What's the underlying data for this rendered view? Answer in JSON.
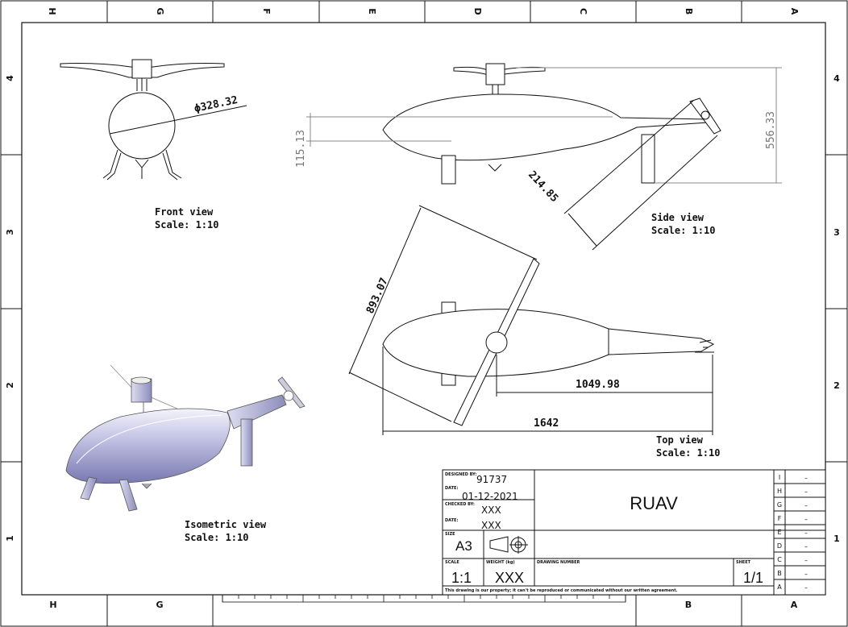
{
  "zones": {
    "columns": [
      "H",
      "G",
      "F",
      "E",
      "D",
      "C",
      "B",
      "A"
    ],
    "rows": [
      "4",
      "3",
      "2",
      "1"
    ]
  },
  "dimensions": {
    "front_diameter": "ϕ328.32",
    "side_height": "556.33",
    "side_body": "115.13",
    "side_tail": "214.85",
    "top_rotor": "893.07",
    "top_tail": "1049.98",
    "top_length": "1642"
  },
  "views": {
    "front": {
      "name": "Front view",
      "scale": "Scale:  1:10"
    },
    "side": {
      "name": "Side view",
      "scale": "Scale:  1:10"
    },
    "top": {
      "name": "Top view",
      "scale": "Scale:  1:10"
    },
    "iso": {
      "name": "Isometric view",
      "scale": "Scale:  1:10"
    }
  },
  "title_block": {
    "designed_by_label": "DESIGNED BY:",
    "designed_by": "91737",
    "date_label": "DATE:",
    "date": "01-12-2021",
    "checked_by_label": "CHECKED BY:",
    "checked_by": "XXX",
    "date2_label": "DATE:",
    "date2": "XXX",
    "title": "RUAV",
    "size_label": "SIZE",
    "size": "A3",
    "scale_label": "SCALE",
    "scale": "1:1",
    "weight_label": "WEIGHT (kg)",
    "weight": "XXX",
    "drawing_number_label": "DRAWING NUMBER",
    "sheet_label": "SHEET",
    "sheet": "1/1",
    "notice": "This drawing is our property; it can't be reproduced or communicated without our written agreement.",
    "revisions": [
      "I",
      "H",
      "G",
      "F",
      "E",
      "D",
      "C",
      "B",
      "A"
    ],
    "revision_marks": [
      "–",
      "–",
      "–",
      "–",
      "–",
      "–",
      "–",
      "–",
      "–"
    ]
  }
}
